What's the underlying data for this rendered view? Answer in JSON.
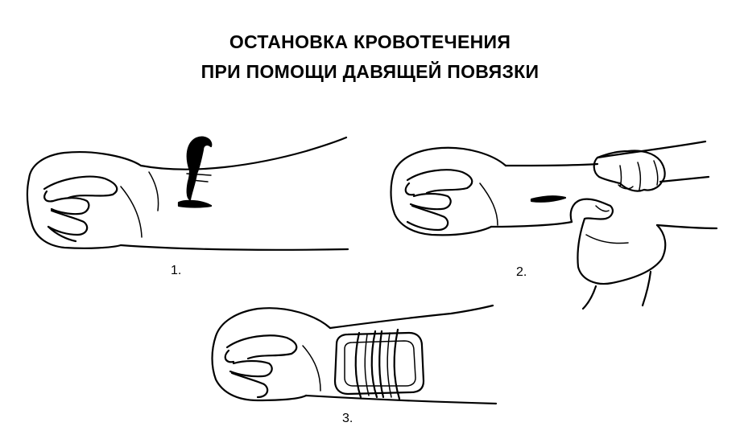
{
  "title": {
    "line1": "ОСТАНОВКА КРОВОТЕЧЕНИЯ",
    "line2": "ПРИ ПОМОЩИ ДАВЯЩЕЙ ПОВЯЗКИ"
  },
  "steps": [
    {
      "label": "1."
    },
    {
      "label": "2."
    },
    {
      "label": "3."
    }
  ]
}
